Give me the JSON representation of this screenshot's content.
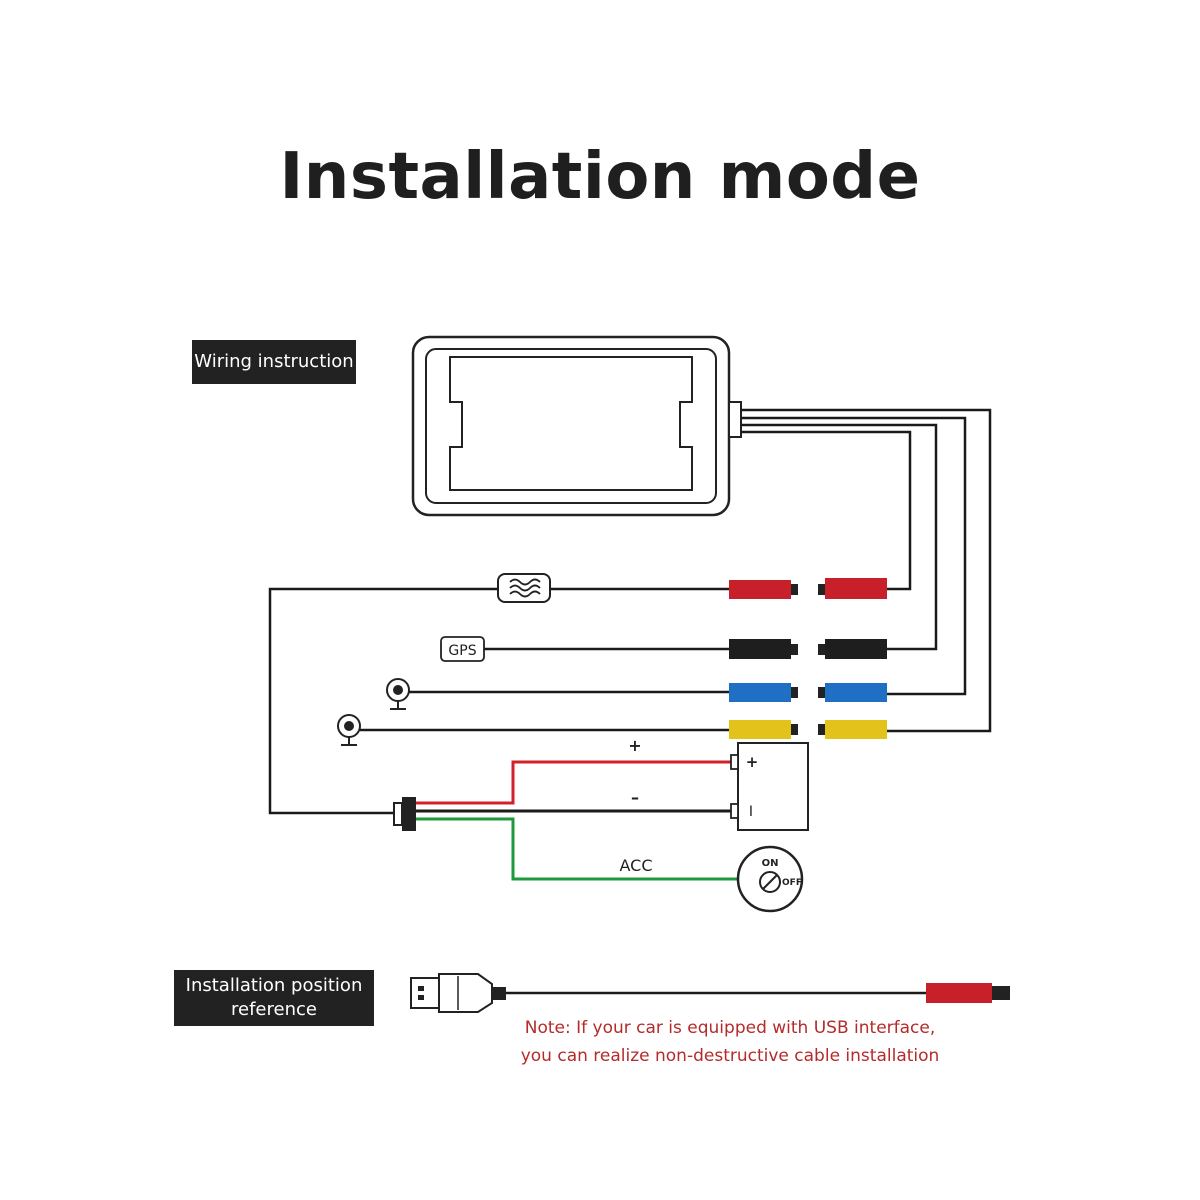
{
  "title": "Installation mode",
  "wiring_label": "Wiring instruction",
  "position_label_line1": "Installation position",
  "position_label_line2": "reference",
  "gps_label": "GPS",
  "battery_plus_top": "+",
  "battery_minus_top": "–",
  "battery_plus_side": "+",
  "battery_minus_side": "I",
  "acc_label": "ACC",
  "switch_on": "ON",
  "switch_off": "OFF",
  "note_line1": "Note: If your car is equipped with USB interface,",
  "note_line2": "you can realize non-destructive cable installation",
  "icons": [
    "dashcam-device-icon",
    "fuse-icon",
    "gps-antenna-icon",
    "front-camera-icon",
    "rear-camera-icon",
    "car-battery-icon",
    "ignition-switch-icon",
    "power-plug-icon",
    "usb-plug-icon"
  ],
  "colors": {
    "red": "#c8202a",
    "black": "#1e1e1e",
    "blue": "#1f6fc4",
    "yellow": "#e3c21c",
    "green": "#1e9a3c",
    "wire": "#1a1a1a",
    "note": "#b52a2a"
  }
}
